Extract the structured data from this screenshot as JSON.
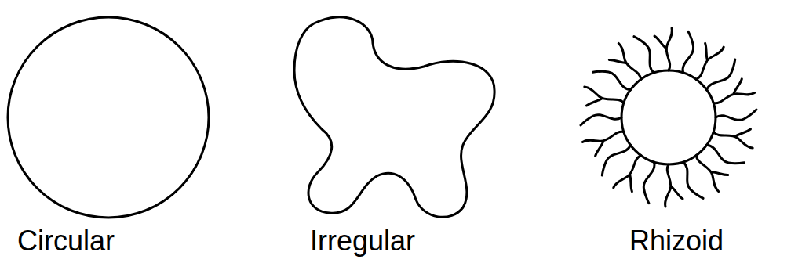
{
  "diagram": {
    "labels": [
      "Circular",
      "Irregular",
      "Rhizoid"
    ]
  }
}
